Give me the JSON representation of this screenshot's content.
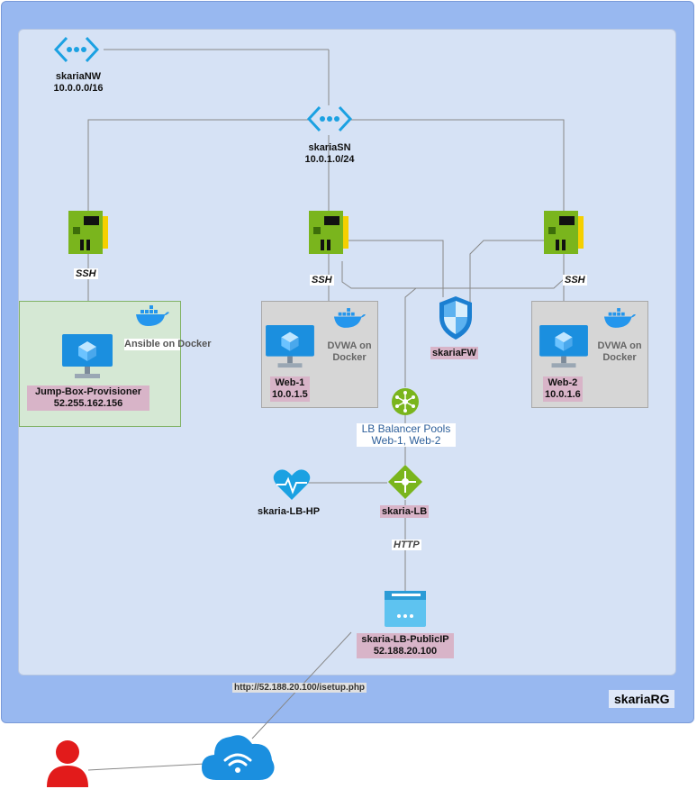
{
  "resource_group": "skariaRG",
  "network": {
    "name": "skariaNW",
    "cidr": "10.0.0.0/16"
  },
  "subnet": {
    "name": "skariaSN",
    "cidr": "10.0.1.0/24"
  },
  "jumpbox": {
    "name": "Jump-Box-Provisioner",
    "ip": "52.255.162.156",
    "software": "Ansible on Docker",
    "link": "SSH"
  },
  "web1": {
    "name": "Web-1",
    "ip": "10.0.1.5",
    "software": "DVWA on Docker",
    "link": "SSH"
  },
  "web2": {
    "name": "Web-2",
    "ip": "10.0.1.6",
    "software": "DVWA on Docker",
    "link": "SSH"
  },
  "firewall": {
    "name": "skariaFW"
  },
  "lb_pools": {
    "line1": "LB Balancer Pools",
    "line2": "Web-1, Web-2"
  },
  "health_probe": {
    "name": "skaria-LB-HP"
  },
  "load_balancer": {
    "name": "skaria-LB",
    "link": "HTTP"
  },
  "public_ip": {
    "name": "skaria-LB-PublicIP",
    "ip": "52.188.20.100"
  },
  "url": "http://52.188.20.100/isetup.php",
  "colors": {
    "rg": "#98b8f0",
    "vnet": "#d6e2f5",
    "azure": "#1ba1e2",
    "nic_green": "#7ab51d",
    "label_pink": "#d8b4c8",
    "user_red": "#e21b1b"
  },
  "icons": [
    "vnet-icon",
    "subnet-icon",
    "nic-icon",
    "vm-icon",
    "docker-icon",
    "firewall-shield-icon",
    "lb-pool-icon",
    "load-balancer-icon",
    "health-probe-icon",
    "public-ip-icon",
    "user-icon",
    "internet-cloud-icon"
  ]
}
